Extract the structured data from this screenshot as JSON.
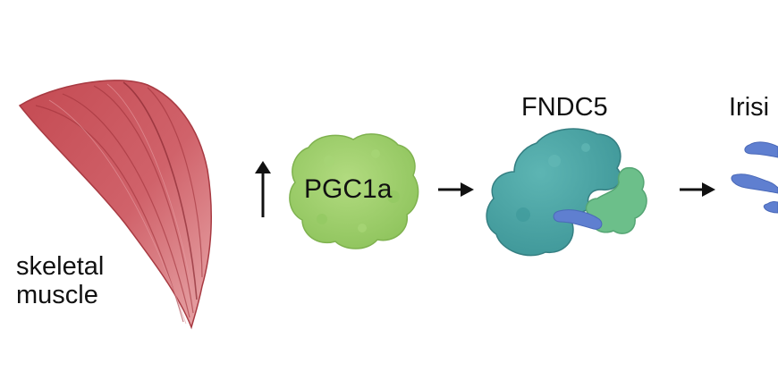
{
  "muscle": {
    "line1": "skeletal",
    "line2": "muscle",
    "fill_color": "#c9545a"
  },
  "pgc1a": {
    "label": "PGC1a",
    "fill_color": "#9fcf6a"
  },
  "fndc5": {
    "label": "FNDC5",
    "teal_color": "#4aa3a3",
    "green_color": "#6cbf8a",
    "blue_color": "#5f7fd0"
  },
  "irisin": {
    "label": "Irisi",
    "blue_color": "#5f7fd0"
  },
  "arrows": {
    "up": "up-arrow",
    "right_1": "right-arrow",
    "right_2": "right-arrow"
  }
}
